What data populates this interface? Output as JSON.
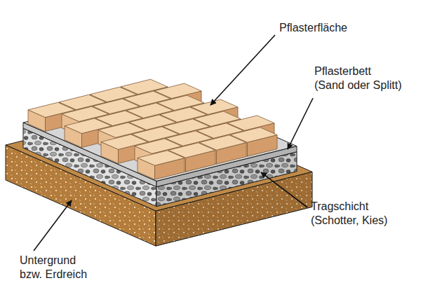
{
  "diagram": {
    "labels": [
      "Pflasterfläche",
      "Pflasterbett (Sand oder Splitt)",
      "Tragschicht (Schotter, Kies)",
      "Untergrund bzw. Erdreich"
    ]
  }
}
